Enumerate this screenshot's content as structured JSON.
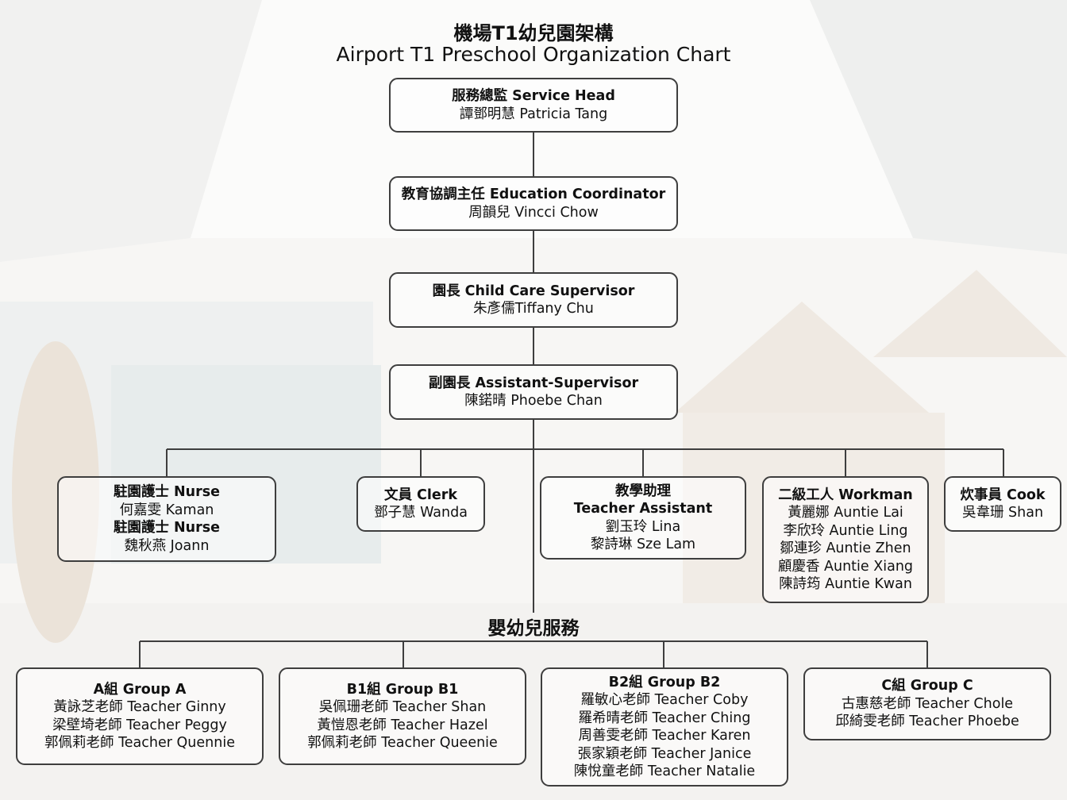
{
  "title": {
    "zh": "機場T1幼兒園架構",
    "en": "Airport T1 Preschool Organization Chart"
  },
  "management": [
    {
      "role": "服務總監 Service Head",
      "name": "譚鄧明慧 Patricia Tang"
    },
    {
      "role": "教育協調主任 Education Coordinator",
      "name": "周韻兒 Vincci Chow"
    },
    {
      "role": "園長 Child Care Supervisor",
      "name": "朱彥儒Tiffany Chu"
    },
    {
      "role": "副園長 Assistant-Supervisor",
      "name": "陳鍩晴 Phoebe Chan"
    }
  ],
  "support_staff": {
    "nurse": {
      "role_1": "駐園護士 Nurse",
      "name_1": "何嘉雯 Kaman",
      "role_2": "駐園護士 Nurse",
      "name_2": "魏秋燕 Joann"
    },
    "clerk": {
      "role": "文員 Clerk",
      "name": "鄧子慧 Wanda"
    },
    "teacher_assistant": {
      "role_zh": "教學助理",
      "role_en": "Teacher Assistant",
      "names": [
        "劉玉玲 Lina",
        "黎詩琳 Sze Lam"
      ]
    },
    "workman": {
      "role": "二級工人 Workman",
      "names": [
        "黃麗娜 Auntie Lai",
        "李欣玲 Auntie Ling",
        "鄒連珍 Auntie Zhen",
        "顧慶香 Auntie Xiang",
        "陳詩筠 Auntie Kwan"
      ]
    },
    "cook": {
      "role": "炊事員 Cook",
      "name": "吳韋珊 Shan"
    }
  },
  "infant_services_label": "嬰幼兒服務",
  "groups": [
    {
      "title": "A組 Group A",
      "teachers": [
        "黃詠芝老師 Teacher Ginny",
        "梁壁埼老師 Teacher Peggy",
        "郭佩莉老師 Teacher Quennie"
      ]
    },
    {
      "title": "B1組 Group B1",
      "teachers": [
        "吳佩珊老師 Teacher Shan",
        "黃愷恩老師 Teacher Hazel",
        "郭佩莉老師 Teacher Queenie"
      ]
    },
    {
      "title": "B2組 Group B2",
      "teachers": [
        "羅敏心老師 Teacher Coby",
        "羅希晴老師 Teacher Ching",
        "周善雯老師 Teacher Karen",
        "張家穎老師 Teacher Janice",
        "陳悅童老師 Teacher Natalie"
      ]
    },
    {
      "title": "C組 Group C",
      "teachers": [
        "古惠慈老師 Teacher Chole",
        "邱綺雯老師 Teacher Phoebe"
      ]
    }
  ],
  "colors": {
    "border": "#3e3e3e",
    "connector": "#3e3e3e",
    "background": "#f6f5f3"
  }
}
